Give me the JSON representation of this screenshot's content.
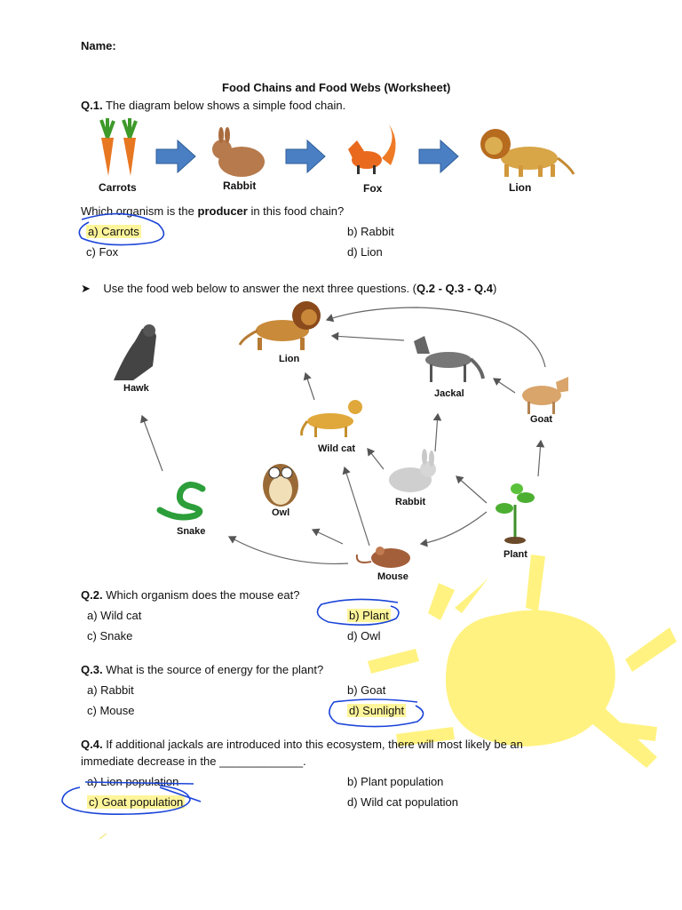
{
  "header": {
    "name_label": "Name:",
    "title": "Food Chains and Food Webs (Worksheet)"
  },
  "q1": {
    "number": "Q.1.",
    "text": "The diagram below shows a simple food chain.",
    "chain_labels": [
      "Carrots",
      "Rabbit",
      "Fox",
      "Lion"
    ],
    "question_pre": "Which organism is the ",
    "question_bold": "producer",
    "question_post": " in this food chain?",
    "options": [
      "a) Carrots",
      "b) Rabbit",
      "c) Fox",
      "d) Lion"
    ]
  },
  "web": {
    "instruction_pre": "Use the food web below to answer the next three questions. (",
    "instruction_bold": "Q.2 - Q.3 - Q.4",
    "instruction_post": ")",
    "labels": {
      "lion": "Lion",
      "hawk": "Hawk",
      "jackal": "Jackal",
      "goat": "Goat",
      "wildcat": "Wild cat",
      "rabbit": "Rabbit",
      "owl": "Owl",
      "snake": "Snake",
      "plant": "Plant",
      "mouse": "Mouse"
    }
  },
  "q2": {
    "number": "Q.2.",
    "text": "Which organism does the mouse eat?",
    "options": [
      "a) Wild cat",
      "b) Plant",
      "c) Snake",
      "d) Owl"
    ]
  },
  "q3": {
    "number": "Q.3.",
    "text": "What is the source of energy for the plant?",
    "options": [
      "a) Rabbit",
      "b) Goat",
      "c) Mouse",
      "d) Sunlight"
    ]
  },
  "q4": {
    "number": "Q.4.",
    "text_line1": "If additional jackals are introduced into this ecosystem, there will most likely be an",
    "text_line2": "immediate decrease in the _____________.",
    "options": [
      "a) Lion population",
      "b) Plant population",
      "c) Goat population",
      "d) Wild cat population"
    ]
  },
  "colors": {
    "highlight": "#fff59a",
    "sun": "#fff27a",
    "pen": "#1a44d8",
    "arrow_fill": "#4a7fc4"
  }
}
